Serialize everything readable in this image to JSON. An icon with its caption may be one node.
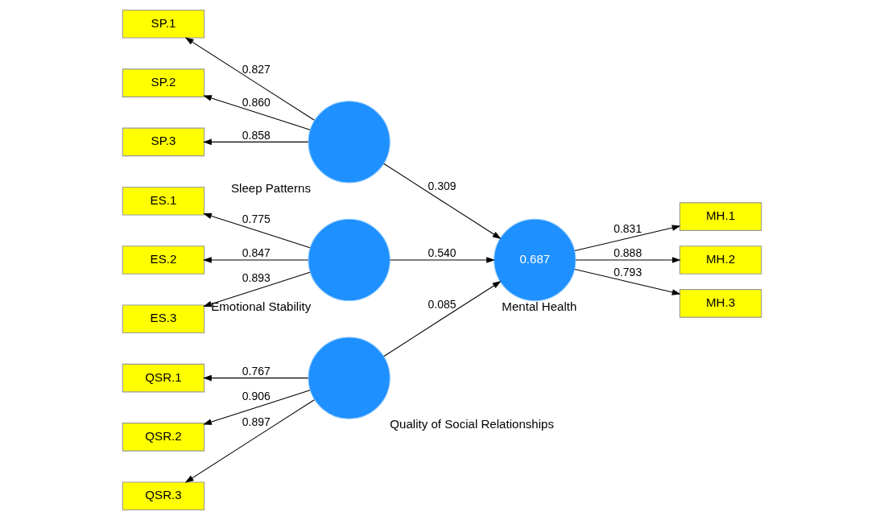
{
  "diagram": {
    "nodes": [
      {
        "text": [
          "SP.1"
        ]
      },
      {
        "text": [
          "SP.2"
        ]
      },
      {
        "text": [
          "SP.3"
        ]
      },
      {
        "text": [],
        "shape": "circle",
        "beside": [
          "Sleep Patterns"
        ]
      },
      {
        "text": [
          "ES.1"
        ]
      },
      {
        "text": [
          "ES.2"
        ]
      },
      {
        "text": [
          "ES.3"
        ]
      },
      {
        "text": [],
        "shape": "circle",
        "beside": [
          "Emotional Stability"
        ]
      },
      {
        "text": [
          "QSR.1"
        ]
      },
      {
        "text": [
          "QSR.2"
        ]
      },
      {
        "text": [
          "QSR.3"
        ]
      },
      {
        "text": [],
        "shape": "circle",
        "beside": [
          "Quality of Social Relationships"
        ]
      },
      {
        "text": [
          "0.687"
        ],
        "beside": [
          "Mental Health"
        ]
      },
      {
        "text": [
          "MH.1"
        ]
      },
      {
        "text": [
          "MH.2"
        ]
      },
      {
        "text": [
          "MH.3"
        ]
      }
    ],
    "edges": [
      {
        "from": 3,
        "to": 0,
        "arrow": "to",
        "label": "0.827"
      },
      {
        "from": 3,
        "to": 1,
        "arrow": "to",
        "label": "0.860"
      },
      {
        "from": 3,
        "to": 2,
        "arrow": "to",
        "label": "0.858"
      },
      {
        "from": 7,
        "to": 4,
        "arrow": "to",
        "label": "0.775"
      },
      {
        "from": 7,
        "to": 5,
        "arrow": "to",
        "label": "0.847"
      },
      {
        "from": 7,
        "to": 6,
        "arrow": "to",
        "label": "0.893"
      },
      {
        "from": 11,
        "to": 8,
        "arrow": "to",
        "label": "0.767"
      },
      {
        "from": 11,
        "to": 9,
        "arrow": "to",
        "label": "0.906"
      },
      {
        "from": 11,
        "to": 10,
        "arrow": "to",
        "label": "0.897"
      },
      {
        "from": 3,
        "to": 12,
        "arrow": "to",
        "label": "0.309"
      },
      {
        "from": 7,
        "to": 12,
        "arrow": "to",
        "label": "0.540"
      },
      {
        "from": 11,
        "to": 12,
        "arrow": "to",
        "label": "0.085"
      },
      {
        "from": 12,
        "to": 13,
        "arrow": "to",
        "label": "0.831"
      },
      {
        "from": 12,
        "to": 14,
        "arrow": "to",
        "label": "0.888"
      },
      {
        "from": 12,
        "to": 15,
        "arrow": "to",
        "label": "0.793"
      }
    ]
  }
}
